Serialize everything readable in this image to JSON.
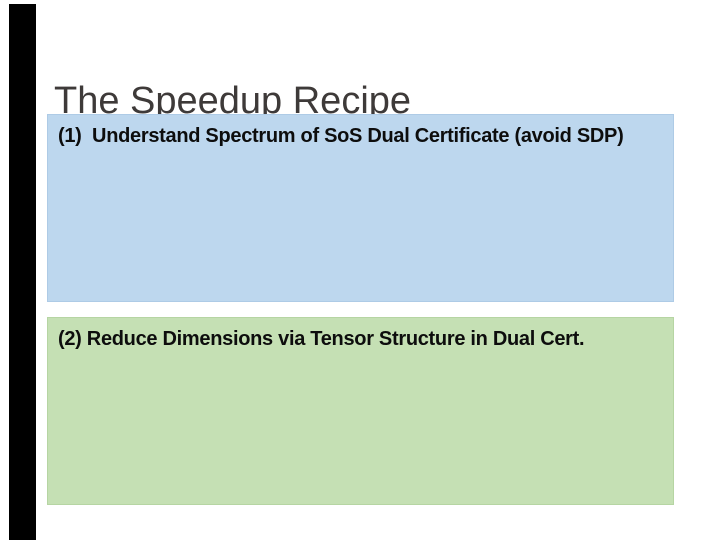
{
  "slide": {
    "title": "The Speedup Recipe",
    "steps": [
      {
        "label": "(1)  Understand Spectrum of SoS Dual Certificate (avoid SDP)"
      },
      {
        "label": "(2) Reduce Dimensions via Tensor Structure in Dual Cert."
      }
    ],
    "colors": {
      "background": "#ffffff",
      "left_bar": "#000000",
      "title_text": "#3e3a39",
      "step1_fill": "#bdd7ee",
      "step2_fill": "#c5e0b4",
      "label_text": "#0d0d0d"
    }
  }
}
